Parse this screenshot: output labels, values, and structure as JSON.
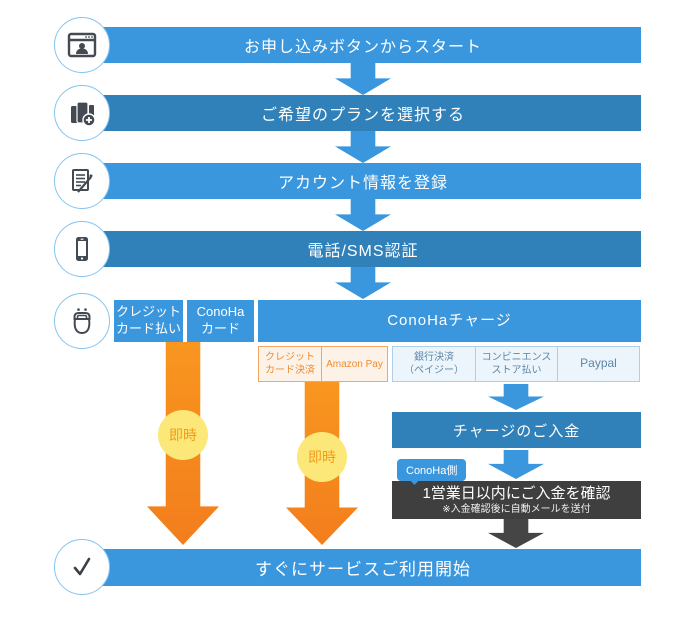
{
  "title": "ConoHa signup flow diagram",
  "colors": {
    "accent_blue": "#3a97de",
    "accent_blue_dark": "#3080ba",
    "accent_orange": "#f6861e",
    "instant_yellow": "#fce878",
    "confirm_gray": "#3f3f3f",
    "orange_box_border": "#f2a763",
    "blue_box_border": "#aecfe9"
  },
  "steps": [
    {
      "icon": "browser-account-icon",
      "label": "お申し込みボタンからスタート"
    },
    {
      "icon": "select-plan-icon",
      "label": "ご希望のプランを選択する"
    },
    {
      "icon": "register-form-icon",
      "label": "アカウント情報を登録"
    },
    {
      "icon": "phone-sms-icon",
      "label": "電話/SMS認証"
    }
  ],
  "payment": {
    "icon": "coin-purse-icon",
    "credit_card": {
      "line1": "クレジット",
      "line2": "カード払い"
    },
    "conoha_card": {
      "line1": "ConoHa",
      "line2": "カード"
    },
    "charge_label": "ConoHaチャージ",
    "charge_methods": {
      "credit": {
        "line1": "クレジット",
        "line2": "カード決済"
      },
      "amazon": {
        "label": "Amazon Pay"
      },
      "bank": {
        "line1": "銀行決済",
        "line2": "（ペイジー）"
      },
      "convenience": {
        "line1": "コンビニエンス",
        "line2": "ストア払い"
      },
      "paypal": {
        "label": "Paypal"
      }
    }
  },
  "instant": {
    "left": "即時",
    "right": "即時"
  },
  "charge_flow": {
    "deposit_label": "チャージのご入金",
    "side_tag": "ConoHa側",
    "confirm_line1": "1営業日以内にご入金を確認",
    "confirm_note": "※入金確認後に自動メールを送付"
  },
  "final_step": {
    "icon": "check-icon",
    "label": "すぐにサービスご利用開始"
  }
}
